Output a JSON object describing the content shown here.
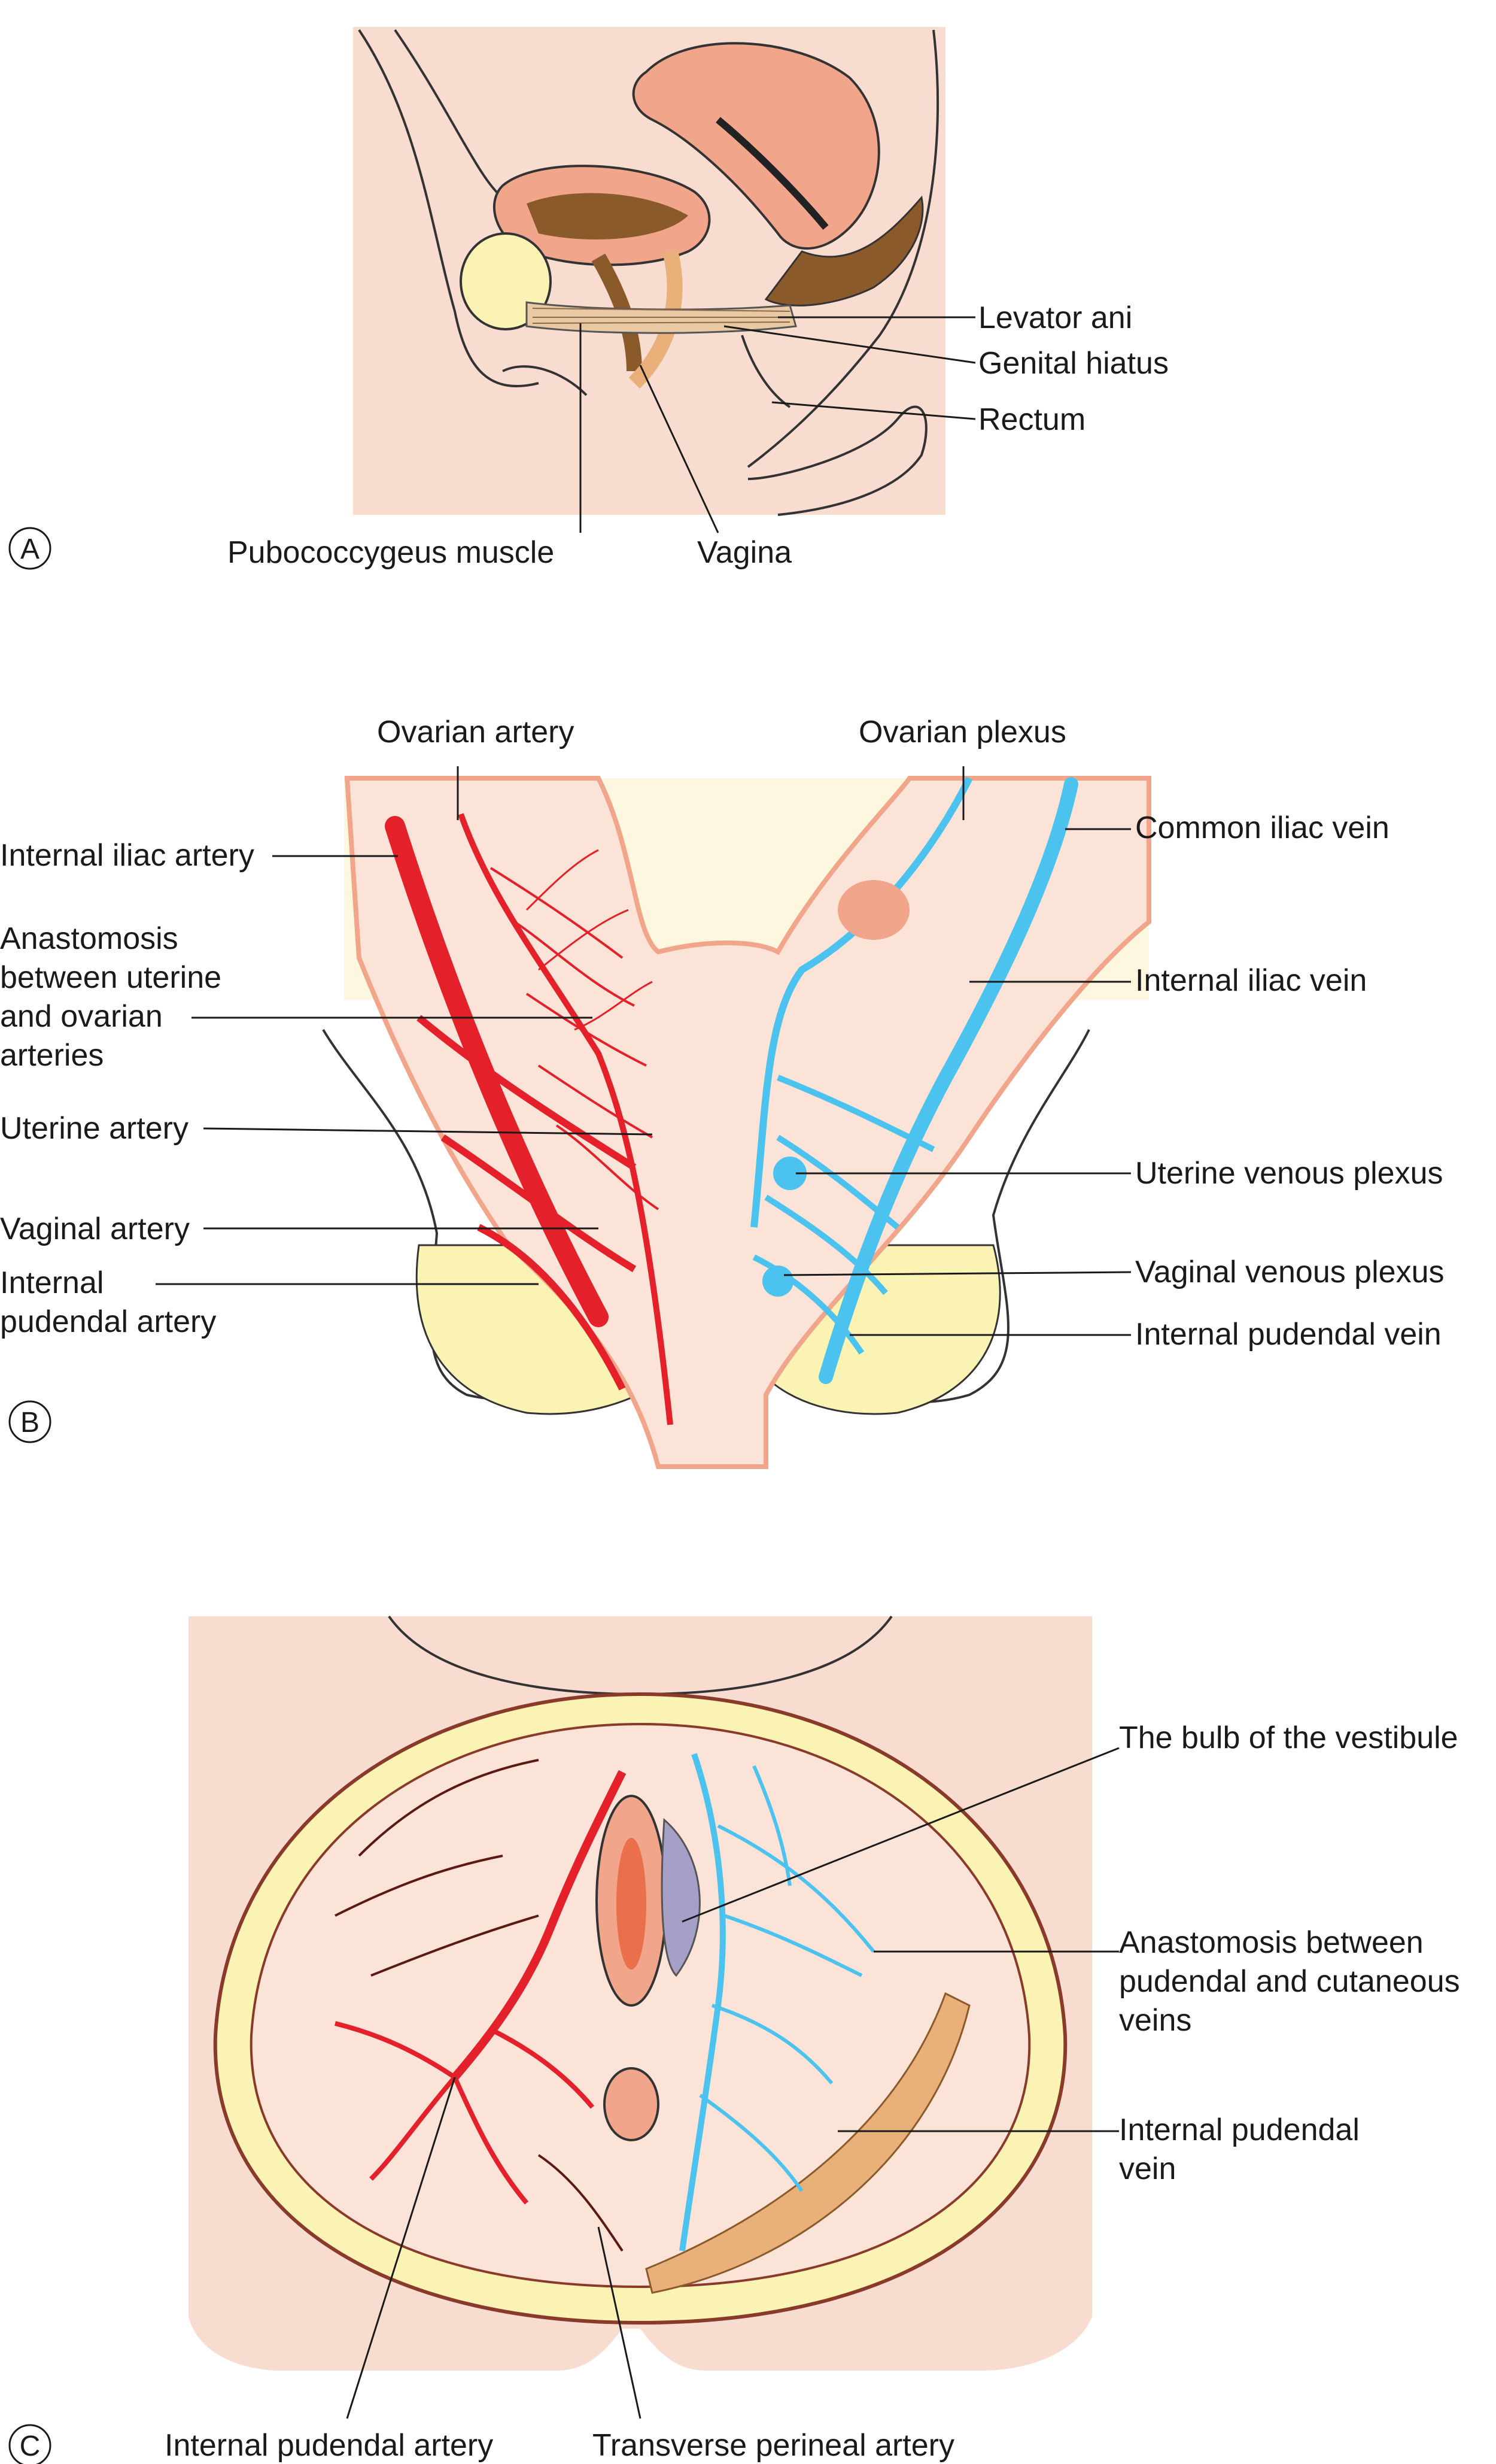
{
  "colors": {
    "skin": "#f9dcd0",
    "yellow": "#fbf3b4",
    "artery": "#e4202a",
    "vein": "#4cc3ee",
    "dark_artery": "#5a1a12",
    "muscle": "#e9b07a",
    "uterus": "#f1a58a",
    "brown": "#8b5a2b"
  },
  "panels": [
    {
      "id": "A",
      "labels": {
        "levator_ani": "Levator ani",
        "genital_hiatus": "Genital hiatus",
        "rectum": "Rectum",
        "pubococcygeus": "Pubococcygeus muscle",
        "vagina": "Vagina"
      }
    },
    {
      "id": "B",
      "labels": {
        "ovarian_artery": "Ovarian artery",
        "ovarian_plexus": "Ovarian plexus",
        "internal_iliac_artery": "Internal iliac artery",
        "common_iliac_vein": "Common iliac vein",
        "anastomosis": [
          "Anastomosis",
          "between uterine",
          "and ovarian",
          "arteries"
        ],
        "internal_iliac_vein": "Internal iliac vein",
        "uterine_artery": "Uterine artery",
        "uterine_venous_plexus": "Uterine venous plexus",
        "vaginal_artery": "Vaginal artery",
        "vaginal_venous_plexus": "Vaginal venous plexus",
        "internal_pudendal_artery": [
          "Internal",
          "pudendal artery"
        ],
        "internal_pudendal_vein": "Internal pudendal vein"
      }
    },
    {
      "id": "C",
      "labels": {
        "bulb_vestibule": "The bulb of the vestibule",
        "anastomosis_veins": [
          "Anastomosis between",
          "pudendal and cutaneous",
          "veins"
        ],
        "internal_pudendal_vein": [
          "Internal pudendal",
          "vein"
        ],
        "internal_pudendal_artery": "Internal pudendal artery",
        "transverse_perineal_artery": "Transverse perineal artery"
      }
    }
  ]
}
